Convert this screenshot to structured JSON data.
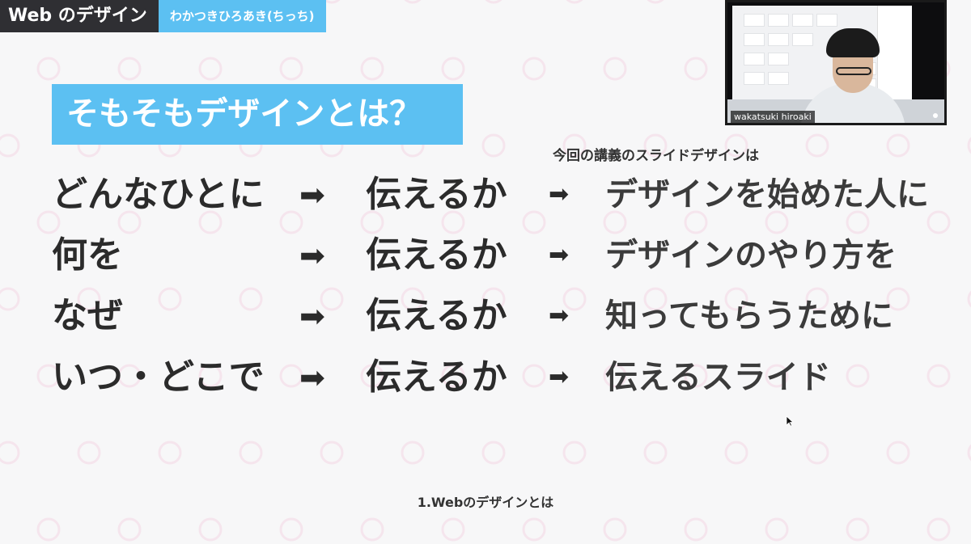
{
  "header": {
    "title": "Web のデザイン",
    "speaker": "わかつきひろあき(ちっち)"
  },
  "slide": {
    "title": "そもそもデザインとは？",
    "caption": "今回の講義のスライドデザインは",
    "arrow_glyph": "➡",
    "rows": [
      {
        "left": "どんなひとに",
        "mid": "伝えるか",
        "right": "デザインを始めた人に"
      },
      {
        "left": "何を",
        "mid": "伝えるか",
        "right": "デザインのやり方を"
      },
      {
        "left": "なぜ",
        "mid": "伝えるか",
        "right": "知ってもらうために"
      },
      {
        "left": "いつ・どこで",
        "mid": "伝えるか",
        "right": "伝えるスライド"
      }
    ],
    "footer": "1.Webのデザインとは"
  },
  "webcam": {
    "name": "wakatsuki hiroaki"
  },
  "colors": {
    "accent": "#5cc0f2",
    "header_dark": "#2f2f33",
    "text": "#2b2b2b",
    "background": "#f7f7f8",
    "dot_ring": "#f4d7e4"
  },
  "icons": {
    "arrow": "right-arrow-icon",
    "cursor": "mouse-pointer-icon"
  }
}
